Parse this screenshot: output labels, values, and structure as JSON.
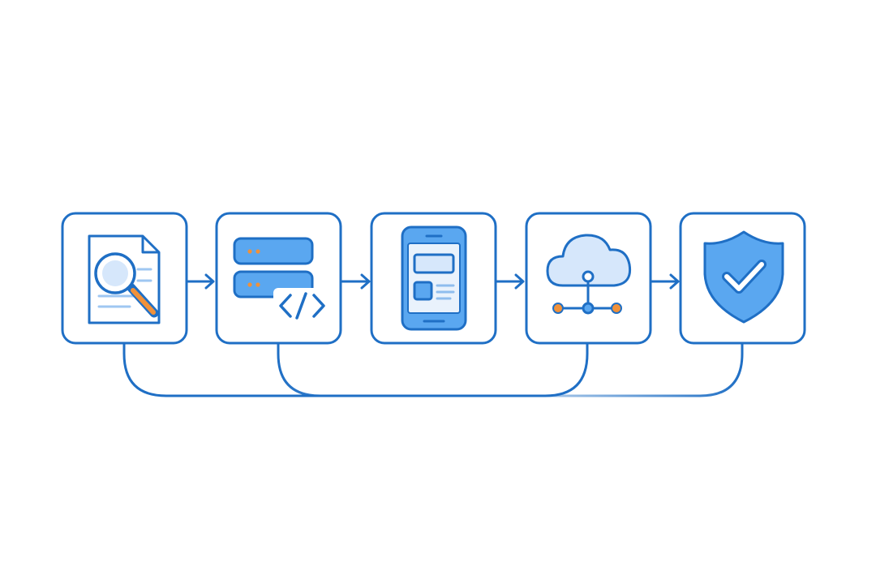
{
  "diagram": {
    "type": "process-flow",
    "stages": [
      {
        "id": "research",
        "icon": "document-search-icon"
      },
      {
        "id": "backend",
        "icon": "server-code-icon"
      },
      {
        "id": "mobile",
        "icon": "mobile-app-icon"
      },
      {
        "id": "cloud",
        "icon": "cloud-network-icon"
      },
      {
        "id": "security",
        "icon": "shield-check-icon"
      }
    ],
    "connections": [
      {
        "from": "research",
        "to": "backend",
        "kind": "arrow"
      },
      {
        "from": "backend",
        "to": "mobile",
        "kind": "arrow"
      },
      {
        "from": "mobile",
        "to": "cloud",
        "kind": "arrow"
      },
      {
        "from": "cloud",
        "to": "security",
        "kind": "arrow"
      },
      {
        "from": "research",
        "to": "cloud",
        "kind": "loop"
      },
      {
        "from": "backend",
        "to": "security",
        "kind": "loop"
      }
    ],
    "colors": {
      "outline": "#1f6fc5",
      "fill_light": "#d6e7fb",
      "fill_mid": "#5aa7f0",
      "accent": "#f0913a",
      "background": "#ffffff"
    }
  }
}
